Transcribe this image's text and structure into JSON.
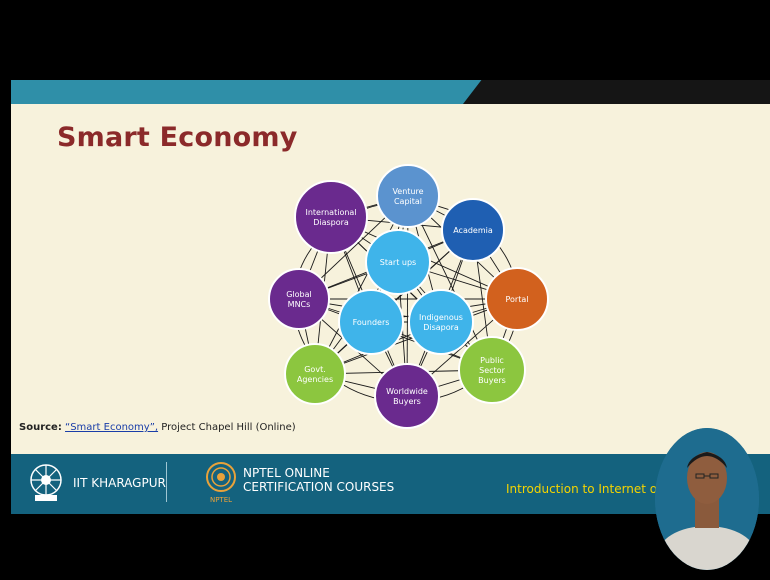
{
  "slide": {
    "title": "Smart Economy"
  },
  "diagram": {
    "nodes": [
      {
        "label1": "Venture",
        "label2": "Capital",
        "color": "#5b93cf"
      },
      {
        "label1": "Academia",
        "label2": "",
        "color": "#1f5fb2"
      },
      {
        "label1": "International",
        "label2": "Diaspora",
        "color": "#6a2a8e"
      },
      {
        "label1": "Start ups",
        "label2": "",
        "color": "#3fb4ea"
      },
      {
        "label1": "Portal",
        "label2": "",
        "color": "#d2611e"
      },
      {
        "label1": "Global",
        "label2": "MNCs",
        "color": "#6a2a8e"
      },
      {
        "label1": "Founders",
        "label2": "",
        "color": "#3fb4ea"
      },
      {
        "label1": "Indigenous",
        "label2": "Disapora",
        "color": "#3fb4ea"
      },
      {
        "label1": "Govt.",
        "label2": "Agencies",
        "color": "#8cc63f"
      },
      {
        "label1": "Public",
        "label2": "Sector",
        "label3": "Buyers",
        "color": "#8cc63f"
      },
      {
        "label1": "Worldwide",
        "label2": "Buyers",
        "color": "#6a2a8e"
      }
    ]
  },
  "source": {
    "label": "Source:",
    "link_text": "“Smart Economy”,",
    "rest": " Project Chapel Hill (Online)"
  },
  "footer": {
    "iit": "IIT KHARAGPUR",
    "nptel_line1": "NPTEL ONLINE",
    "nptel_line2": "CERTIFICATION COURSES",
    "nptel_small": "NPTEL",
    "course": "Introduction to Internet of"
  }
}
